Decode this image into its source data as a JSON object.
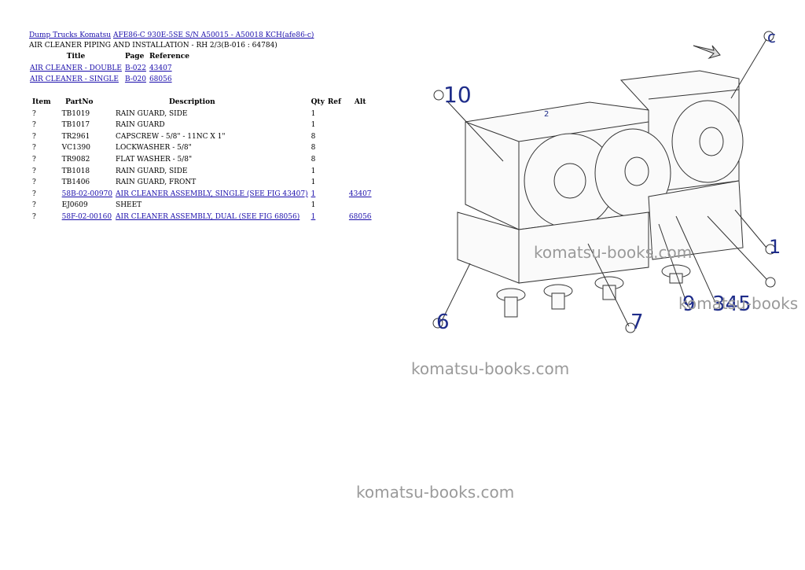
{
  "breadcrumb": {
    "root_link": "Dump Trucks Komatsu",
    "model_link": "AFE86-C 930E-5SE S/N A50015 - A50018 KCH(afe86-c)"
  },
  "page_subtitle": "AIR CLEANER PIPING AND INSTALLATION - RH 2/3(B-016 : 64784)",
  "reference_table": {
    "headers": [
      "Title",
      "Page",
      "Reference"
    ],
    "rows": [
      {
        "title": "AIR CLEANER - DOUBLE",
        "page": "B-022",
        "reference": "43407"
      },
      {
        "title": "AIR CLEANER - SINGLE",
        "page": "B-020",
        "reference": "68056"
      }
    ]
  },
  "parts_table": {
    "headers": [
      "Item",
      "PartNo",
      "Description",
      "Qty",
      "Ref",
      "Alt"
    ],
    "rows": [
      {
        "item": "?",
        "partno": "TB1019",
        "description": "RAIN GUARD, SIDE",
        "qty": "1",
        "ref": "",
        "alt": "",
        "link": false
      },
      {
        "item": "?",
        "partno": "TB1017",
        "description": "RAIN GUARD",
        "qty": "1",
        "ref": "",
        "alt": "",
        "link": false
      },
      {
        "item": "?",
        "partno": "TR2961",
        "description": "CAPSCREW - 5/8\" - 11NC X 1\"",
        "qty": "8",
        "ref": "",
        "alt": "",
        "link": false
      },
      {
        "item": "?",
        "partno": "VC1390",
        "description": "LOCKWASHER - 5/8\"",
        "qty": "8",
        "ref": "",
        "alt": "",
        "link": false
      },
      {
        "item": "?",
        "partno": "TR9082",
        "description": "FLAT WASHER - 5/8\"",
        "qty": "8",
        "ref": "",
        "alt": "",
        "link": false
      },
      {
        "item": "?",
        "partno": "TB1018",
        "description": "RAIN GUARD, SIDE",
        "qty": "1",
        "ref": "",
        "alt": "",
        "link": false
      },
      {
        "item": "?",
        "partno": "TB1406",
        "description": "RAIN GUARD, FRONT",
        "qty": "1",
        "ref": "",
        "alt": "",
        "link": false
      },
      {
        "item": "?",
        "partno": "58B-02-00970",
        "description": "AIR CLEANER ASSEMBLY, SINGLE (SEE FIG 43407)",
        "qty": "1",
        "ref": "",
        "alt": "43407",
        "link": true
      },
      {
        "item": "?",
        "partno": "EJ0609",
        "description": "SHEET",
        "qty": "1",
        "ref": "",
        "alt": "",
        "link": false
      },
      {
        "item": "?",
        "partno": "58F-02-00160",
        "description": "AIR CLEANER ASSEMBLY, DUAL (SEE FIG 68056)",
        "qty": "1",
        "ref": "",
        "alt": "68056",
        "link": true
      }
    ]
  },
  "diagram": {
    "callouts": {
      "c10": "10",
      "c6": "6",
      "c7": "7",
      "c9": "9",
      "c345": "345",
      "c2": "2",
      "cc": "c",
      "c1": "1"
    }
  },
  "watermarks": {
    "w1": "komatsu-books.com",
    "w2": "komatsu-books",
    "w3": "komatsu-books.com",
    "w4": "komatsu-books.com"
  },
  "colors": {
    "link": "#1a0dab",
    "watermark": "#9a9a9a",
    "callout": "#1f2d8a"
  }
}
